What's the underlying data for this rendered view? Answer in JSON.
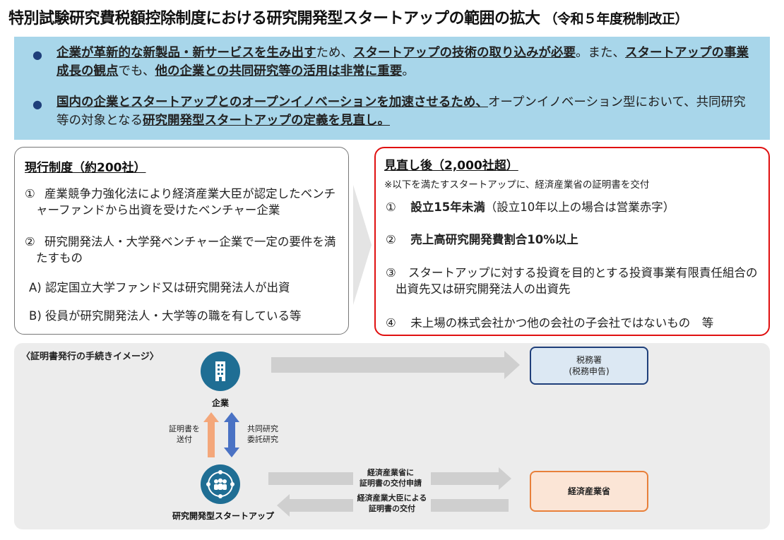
{
  "title": {
    "main": "特別試験研究費税額控除制度における研究開発型スタートアップの範囲の拡大",
    "sub": "（令和５年度税制改正）"
  },
  "summary": {
    "b1_p1": "企業が革新的な新製品・新サービスを生み出す",
    "b1_p2": "ため、",
    "b1_p3": "スタートアップの技術の取り込みが必要",
    "b1_p4": "。また、",
    "b1_p5": "スタートアップの事業成長の観点",
    "b1_p6": "でも、",
    "b1_p7": "他の企業との共同研究等の活用は非常に重要",
    "b1_p8": "。",
    "b2_p1": "国内の企業とスタートアップとのオープンイノベーションを加速させるため、",
    "b2_p2": "オープンイノベーション型において、共同研究等の対象となる",
    "b2_p3": "研究開発型スタートアップの定義を見直し。"
  },
  "current": {
    "heading": "現行制度（約200社）",
    "item1_num": "①",
    "item1_text": "産業競争力強化法により経済産業大臣が認定したベンチャーファンドから出資を受けたベンチャー企業",
    "item2_num": "②",
    "item2_text": "研究開発法人・大学発ベンチャー企業で一定の要件を満たすもの",
    "itemA": "A)  認定国立大学ファンド又は研究開発法人が出資",
    "itemB": "B)  役員が研究開発法人・大学等の職を有している等"
  },
  "revised": {
    "heading": "見直し後（2,000社超）",
    "note": "※以下を満たすスタートアップに、経済産業省の証明書を交付",
    "item1_num": "①",
    "item1_bold": "設立15年未満",
    "item1_rest": "（設立10年以上の場合は営業赤字）",
    "item2_num": "②",
    "item2_bold": "売上高研究開発費割合10%以上",
    "item3_num": "③",
    "item3_text": "スタートアップに対する投資を目的とする投資事業有限責任組合の出資先又は研究開発法人の出資先",
    "item4_num": "④",
    "item4_text": "未上場の株式会社かつ他の会社の子会社ではないもの　等"
  },
  "flow": {
    "label": "〈証明書発行の手続きイメージ〉",
    "company": "企業",
    "startup": "研究開発型スタートアップ",
    "send_cert": "証明書を\n送付",
    "joint_research": "共同研究\n委託研究",
    "tax_office": "税務署\n(税務申告)",
    "meti": "経済産業省",
    "apply": "経済産業省に\n証明書の交付申請",
    "issue": "経済産業大臣による\n証明書の交付"
  },
  "colors": {
    "summary_bg": "#a8d6ea",
    "red_border": "#e01010",
    "icon_blue": "#1f6e94",
    "arrow_orange": "#f4a77a",
    "arrow_blue": "#4a72c4",
    "tax_border": "#1f3f7a",
    "meti_border": "#e8803a"
  },
  "icons": {
    "company": "building-icon",
    "startup": "network-people-icon"
  }
}
